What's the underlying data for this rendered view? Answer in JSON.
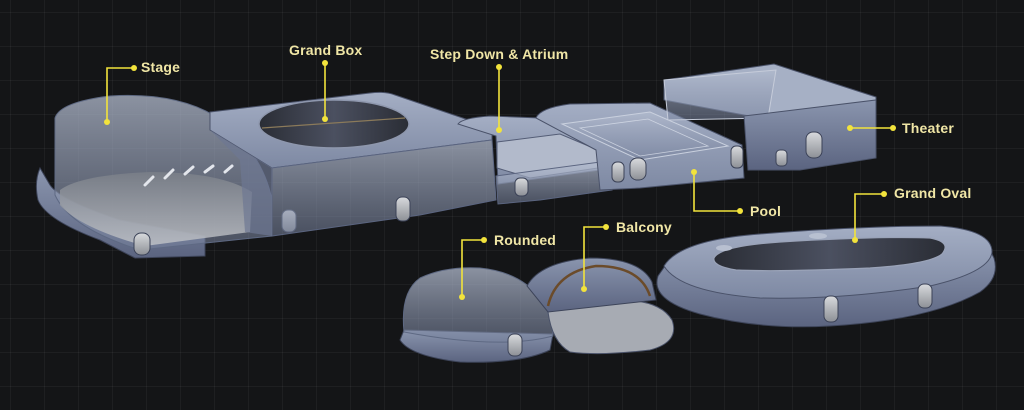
{
  "labels": {
    "stage": "Stage",
    "grand_box": "Grand Box",
    "step_down_atrium": "Step Down & Atrium",
    "theater": "Theater",
    "pool": "Pool",
    "grand_oval": "Grand Oval",
    "rounded": "Rounded",
    "balcony": "Balcony"
  },
  "colors": {
    "background": "#141517",
    "structure": "#7d88a3",
    "glass": "#9aa5bd",
    "leader": "#f2e33c",
    "label_text": "#f0e6a6"
  }
}
